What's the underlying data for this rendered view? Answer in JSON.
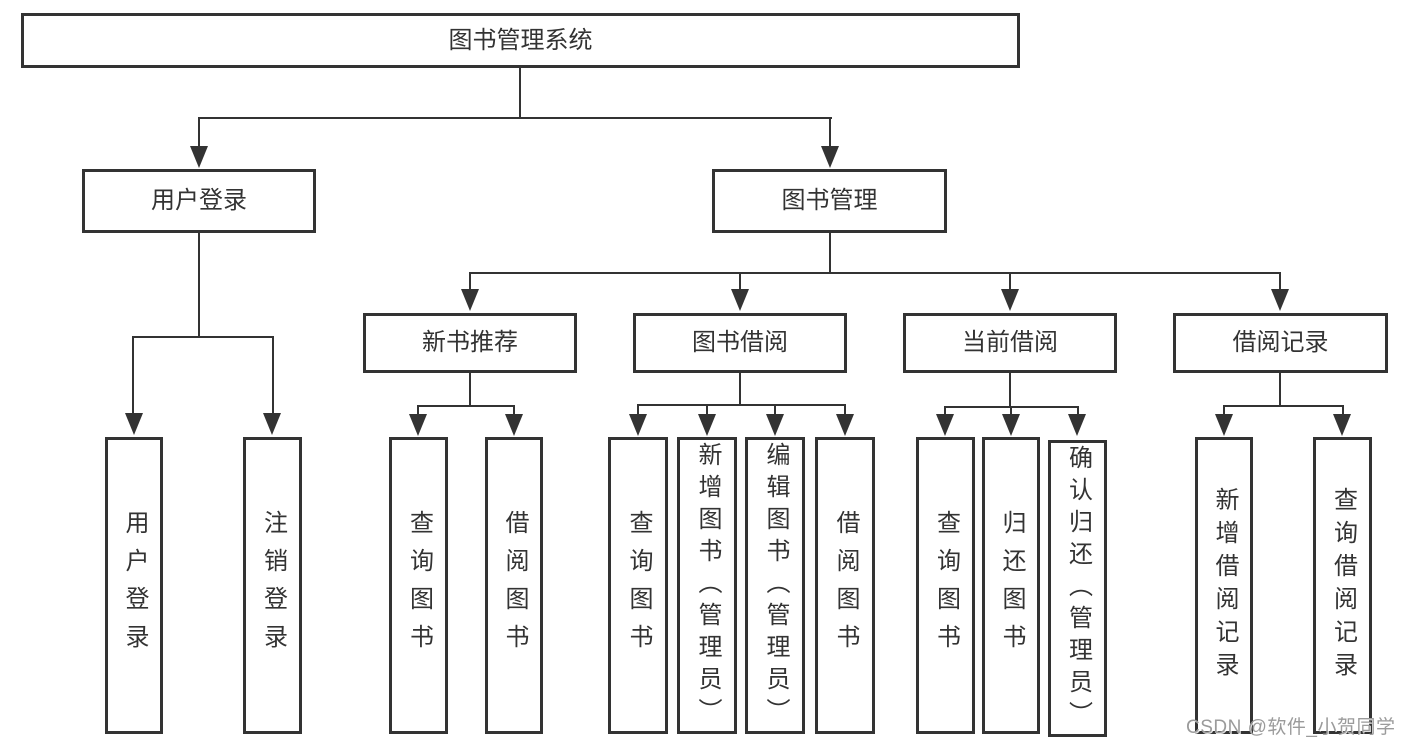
{
  "diagram": {
    "type": "hierarchy-tree",
    "root": "图书管理系统",
    "level2": [
      "用户登录",
      "图书管理"
    ],
    "level3": [
      "新书推荐",
      "图书借阅",
      "当前借阅",
      "借阅记录"
    ],
    "leaves": {
      "user_login": [
        "用户登录",
        "注销登录"
      ],
      "new_book_recommend": [
        "查询图书",
        "借阅图书"
      ],
      "book_borrow": [
        "查询图书",
        "新增图书（管理员）",
        "编辑图书（管理员）",
        "借阅图书"
      ],
      "current_borrow": [
        "查询图书",
        "归还图书",
        "确认归还（管理员）"
      ],
      "borrow_record": [
        "新增借阅记录",
        "查询借阅记录"
      ]
    },
    "edges": [
      "图书管理系统→用户登录",
      "图书管理系统→图书管理",
      "用户登录→用户登录",
      "用户登录→注销登录",
      "图书管理→新书推荐",
      "图书管理→图书借阅",
      "图书管理→当前借阅",
      "图书管理→借阅记录",
      "新书推荐→查询图书",
      "新书推荐→借阅图书",
      "图书借阅→查询图书",
      "图书借阅→新增图书（管理员）",
      "图书借阅→编辑图书（管理员）",
      "图书借阅→借阅图书",
      "当前借阅→查询图书",
      "当前借阅→归还图书",
      "当前借阅→确认归还（管理员）",
      "借阅记录→新增借阅记录",
      "借阅记录→查询借阅记录"
    ]
  },
  "watermark": "CSDN @软件_小贺同学",
  "colors": {
    "line": "#333333",
    "box_border": "#333333",
    "text": "#333333",
    "watermark": "#9b9b9b",
    "background": "#ffffff"
  }
}
